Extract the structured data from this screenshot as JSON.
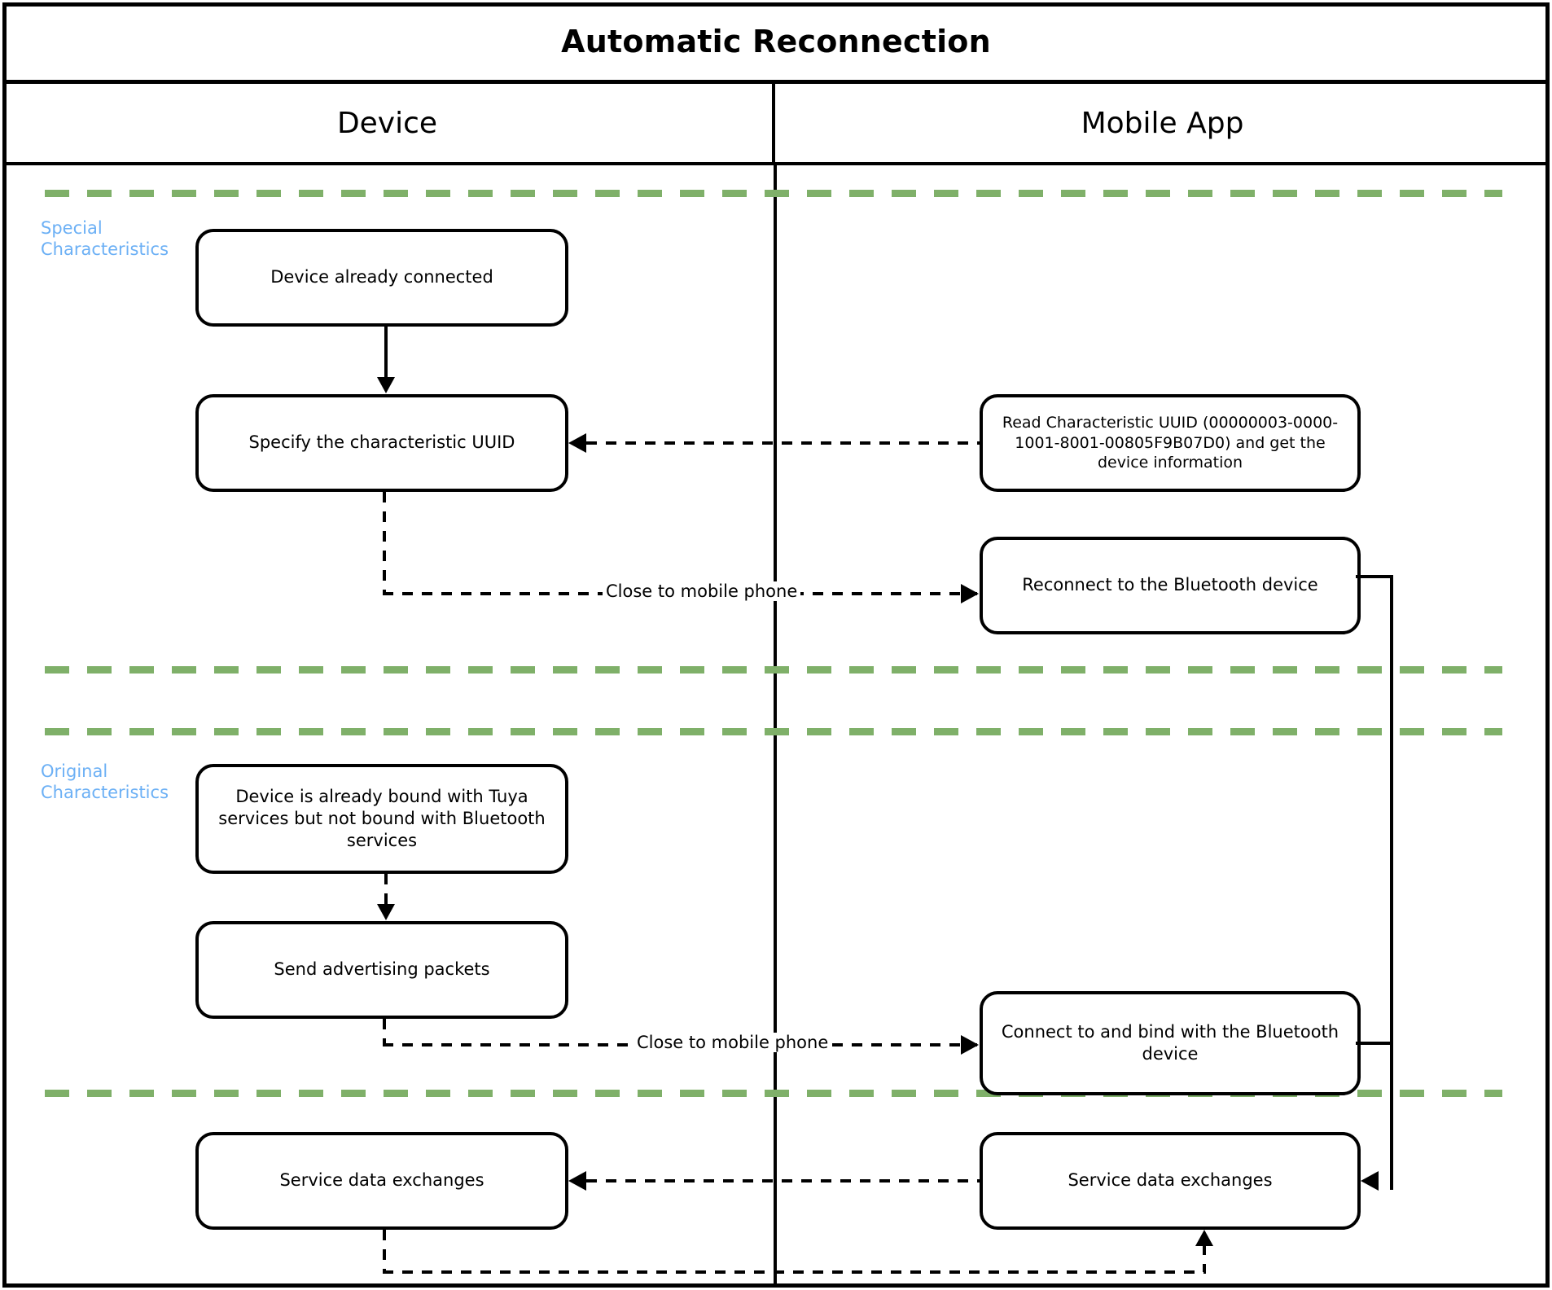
{
  "diagram": {
    "title": "Automatic Reconnection",
    "type": "sequence-flowchart",
    "lanes": [
      {
        "id": "device",
        "label": "Device"
      },
      {
        "id": "mobile_app",
        "label": "Mobile App"
      }
    ],
    "sections": [
      {
        "id": "special",
        "label_line1": "Special",
        "label_line2": "Characteristics"
      },
      {
        "id": "original",
        "label_line1": "Original",
        "label_line2": "Characteristics"
      }
    ],
    "nodes": {
      "device_connected": "Device already connected",
      "specify_uuid": "Specify the characteristic UUID",
      "read_uuid": "Read Characteristic UUID (00000003-0000-1001-8001-00805F9B07D0) and get the device information",
      "reconnect": "Reconnect to the Bluetooth device",
      "device_bound": "Device is already bound with Tuya services but not bound with Bluetooth services",
      "send_adv": "Send advertising packets",
      "connect_bind": "Connect to and bind with the Bluetooth device",
      "service_exchange_device": "Service data exchanges",
      "service_exchange_app": "Service data exchanges"
    },
    "edge_labels": {
      "close_phone_1": "Close to mobile phone",
      "close_phone_2": "Close to mobile phone"
    },
    "colors": {
      "separator_green": "#7fb069",
      "section_label_blue": "#6cb0f5",
      "stroke_black": "#000000",
      "background": "#ffffff"
    }
  }
}
